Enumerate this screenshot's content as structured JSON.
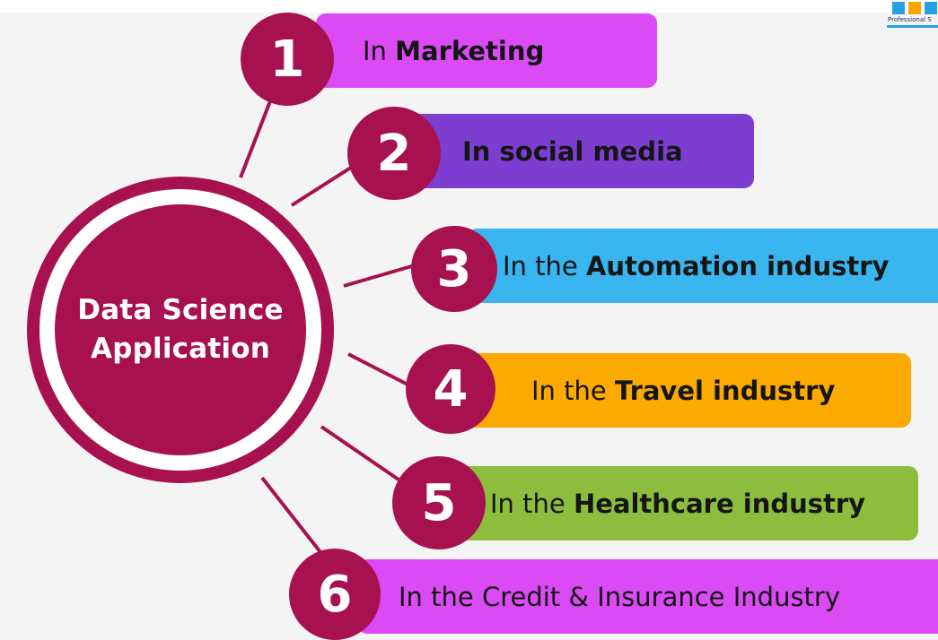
{
  "center": {
    "line1": "Data Science",
    "line2": "Application"
  },
  "items": [
    {
      "number": "1",
      "prefix": "In ",
      "highlight": "Marketing",
      "suffix": "",
      "color": "#da4af5"
    },
    {
      "number": "2",
      "prefix": "In social media",
      "highlight": "",
      "suffix": "",
      "color": "#7d3dd0"
    },
    {
      "number": "3",
      "prefix": "In the ",
      "highlight": "Automation industry",
      "suffix": "",
      "color": "#39b5ef"
    },
    {
      "number": "4",
      "prefix": "In the ",
      "highlight": "Travel industry",
      "suffix": "",
      "color": "#fdaa00"
    },
    {
      "number": "5",
      "prefix": "In the ",
      "highlight": "Healthcare industry",
      "suffix": "",
      "color": "#8cbd3c"
    },
    {
      "number": "6",
      "prefix": "In the Credit & Insurance Industry",
      "highlight": "",
      "suffix": "",
      "color": "#da4af5"
    }
  ],
  "logo": {
    "text": "Professional S"
  },
  "colors": {
    "accent": "#a8114f",
    "background": "#f5f4f5"
  }
}
